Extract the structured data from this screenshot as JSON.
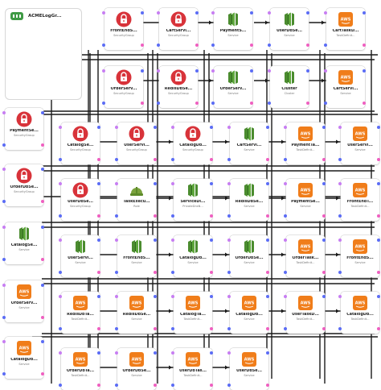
{
  "colors": {
    "security": "#d8333a",
    "container": "#4b8c2f",
    "task": "#f07d1a",
    "role": "#7aa23d",
    "line": "#1a1a1a",
    "dot_a": "#c77ef2",
    "dot_b": "#5b6cf5",
    "dot_c": "#ef5fc0"
  },
  "group": {
    "label": "ACMELogGr..."
  },
  "nodes": [
    {
      "id": "frontend-sg",
      "label": "FrontEndS...",
      "sub": "SecurityGroup",
      "icon": "lock-icon",
      "kind": "security"
    },
    {
      "id": "cart-service-sg",
      "label": "CartServi...",
      "sub": "SecurityGroup",
      "icon": "lock-icon",
      "kind": "security"
    },
    {
      "id": "payment-service",
      "label": "PaymentS...",
      "sub": "Service",
      "icon": "container-icon",
      "kind": "container"
    },
    {
      "id": "userdb-service",
      "label": "UserDbSe...",
      "sub": "Service",
      "icon": "container-icon",
      "kind": "container"
    },
    {
      "id": "cart-taskdef",
      "label": "CartTaskD...",
      "sub": "TaskDefinit...",
      "icon": "aws-icon",
      "kind": "task"
    },
    {
      "id": "order-service-sg",
      "label": "OrderServ...",
      "sub": "SecurityGroup",
      "icon": "lock-icon",
      "kind": "security"
    },
    {
      "id": "redisdb-sg",
      "label": "RedisDbSe...",
      "sub": "SecurityGroup",
      "icon": "lock-icon",
      "kind": "security"
    },
    {
      "id": "order-service",
      "label": "OrderServ...",
      "sub": "Service",
      "icon": "container-icon",
      "kind": "container"
    },
    {
      "id": "cluster",
      "label": "Cluster",
      "sub": "Cluster",
      "icon": "container-icon",
      "kind": "container"
    },
    {
      "id": "cart-service-td",
      "label": "CartServi...",
      "sub": "Service",
      "icon": "aws-icon",
      "kind": "task"
    },
    {
      "id": "payment-service-sg",
      "label": "PaymentSe...",
      "sub": "SecurityGroup",
      "icon": "lock-icon",
      "kind": "security"
    },
    {
      "id": "catalog-sg",
      "label": "CatalogSe...",
      "sub": "SecurityGroup",
      "icon": "lock-icon",
      "kind": "security"
    },
    {
      "id": "user-service-sg",
      "label": "UserServi...",
      "sub": "SecurityGroup",
      "icon": "lock-icon",
      "kind": "security"
    },
    {
      "id": "catalogdb-sg",
      "label": "CatalogDb...",
      "sub": "SecurityGroup",
      "icon": "lock-icon",
      "kind": "security"
    },
    {
      "id": "cart-service",
      "label": "CartServi...",
      "sub": "Service",
      "icon": "container-icon",
      "kind": "container"
    },
    {
      "id": "payment-taskdef",
      "label": "PaymentTa...",
      "sub": "TaskDefinit...",
      "icon": "aws-icon",
      "kind": "task"
    },
    {
      "id": "user-service-td",
      "label": "UserServi...",
      "sub": "Service",
      "icon": "aws-icon",
      "kind": "task"
    },
    {
      "id": "orderdb-sg",
      "label": "OrderDbSe...",
      "sub": "SecurityGroup",
      "icon": "lock-icon",
      "kind": "security"
    },
    {
      "id": "userdb-sg",
      "label": "UserDbSe...",
      "sub": "SecurityGroup",
      "icon": "lock-icon",
      "kind": "security"
    },
    {
      "id": "task-exec-role",
      "label": "TaskExecu...",
      "sub": "Role",
      "icon": "helmet-icon",
      "kind": "role"
    },
    {
      "id": "service-discovery",
      "label": "ServiceDi...",
      "sub": "PrivateDnsN...",
      "icon": "container-icon",
      "kind": "container"
    },
    {
      "id": "redisdb-service",
      "label": "RedisDbSe...",
      "sub": "Service",
      "icon": "container-icon",
      "kind": "container"
    },
    {
      "id": "payment-service-td",
      "label": "PaymentSe...",
      "sub": "Service",
      "icon": "aws-icon",
      "kind": "task"
    },
    {
      "id": "frontend-taskdef",
      "label": "FrontEndT...",
      "sub": "TaskDefinit...",
      "icon": "aws-icon",
      "kind": "task"
    },
    {
      "id": "catalog-service",
      "label": "CatalogSe...",
      "sub": "Service",
      "icon": "container-icon",
      "kind": "container"
    },
    {
      "id": "user-service",
      "label": "UserServi...",
      "sub": "Service",
      "icon": "container-icon",
      "kind": "container"
    },
    {
      "id": "frontend-service",
      "label": "FrontEndS...",
      "sub": "Service",
      "icon": "container-icon",
      "kind": "container"
    },
    {
      "id": "catalogdb-service",
      "label": "CatalogDb...",
      "sub": "Service",
      "icon": "container-icon",
      "kind": "container"
    },
    {
      "id": "orderdb-service",
      "label": "OrderDbSe...",
      "sub": "Service",
      "icon": "container-icon",
      "kind": "container"
    },
    {
      "id": "order-taskdef",
      "label": "OrderTask...",
      "sub": "TaskDefinit...",
      "icon": "aws-icon",
      "kind": "task"
    },
    {
      "id": "frontend-service-td",
      "label": "FrontEndS...",
      "sub": "Service",
      "icon": "aws-icon",
      "kind": "task"
    },
    {
      "id": "order-service-td",
      "label": "OrderServ...",
      "sub": "Service",
      "icon": "aws-icon",
      "kind": "task"
    },
    {
      "id": "redisdb-taskdef",
      "label": "RedisDbTa...",
      "sub": "TaskDefinit...",
      "icon": "aws-icon",
      "kind": "task"
    },
    {
      "id": "redisdb-service-td",
      "label": "RedisDbSe...",
      "sub": "Service",
      "icon": "aws-icon",
      "kind": "task"
    },
    {
      "id": "catalog-taskdef",
      "label": "CatalogTa...",
      "sub": "TaskDefinit...",
      "icon": "aws-icon",
      "kind": "task"
    },
    {
      "id": "catalogdb-service-td",
      "label": "CatalogDb...",
      "sub": "Service",
      "icon": "aws-icon",
      "kind": "task"
    },
    {
      "id": "user-taskdef",
      "label": "UserTaskD...",
      "sub": "TaskDefinit...",
      "icon": "aws-icon",
      "kind": "task"
    },
    {
      "id": "catalogdb-taskdef",
      "label": "CatalogDb...",
      "sub": "TaskDefinit...",
      "icon": "aws-icon",
      "kind": "task"
    },
    {
      "id": "catalogdb-td-bottom",
      "label": "CatalogDb...",
      "sub": "Service",
      "icon": "aws-icon",
      "kind": "task"
    },
    {
      "id": "orderdb-taskdef",
      "label": "OrderDbTa...",
      "sub": "TaskDefinit...",
      "icon": "aws-icon",
      "kind": "task"
    },
    {
      "id": "orderdb-service-td",
      "label": "OrderDbSe...",
      "sub": "Service",
      "icon": "aws-icon",
      "kind": "task"
    },
    {
      "id": "userdb-taskdef",
      "label": "UserDbTas...",
      "sub": "TaskDefinit...",
      "icon": "aws-icon",
      "kind": "task"
    },
    {
      "id": "userdb-service-td",
      "label": "UserDbSe...",
      "sub": "Service",
      "icon": "aws-icon",
      "kind": "task"
    }
  ]
}
